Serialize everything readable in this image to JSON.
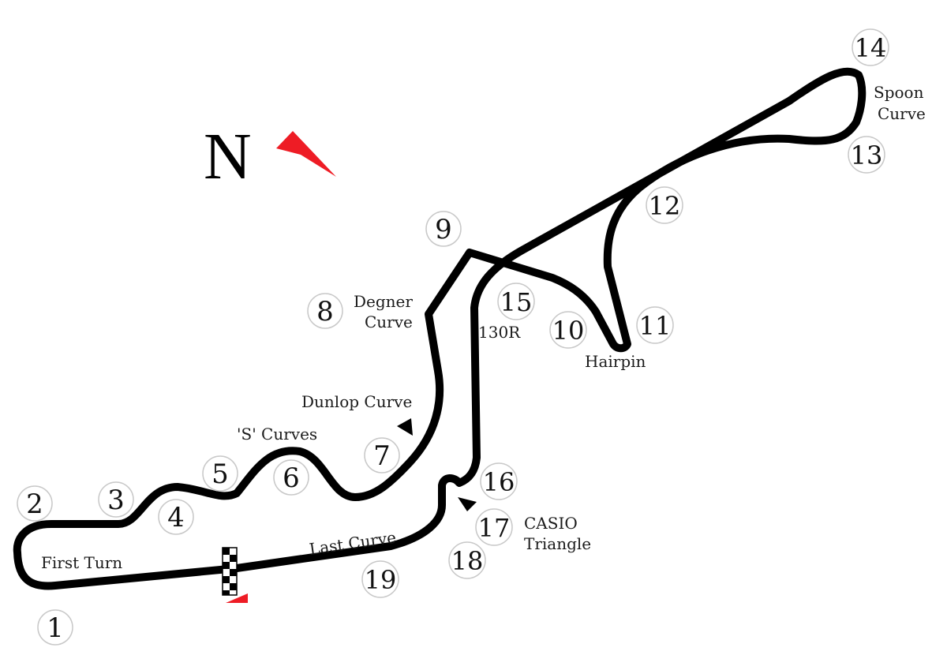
{
  "compass": {
    "letter": "N",
    "arrow_color": "#ee1c25",
    "icon": "north-arrow-icon"
  },
  "track": {
    "color": "#000000",
    "start_finish_flag_icon": "checkered-flag-icon",
    "start_direction_color": "#ee1c25"
  },
  "corners": [
    "1",
    "2",
    "3",
    "4",
    "5",
    "6",
    "7",
    "8",
    "9",
    "10",
    "11",
    "12",
    "13",
    "14",
    "15",
    "16",
    "17",
    "18",
    "19"
  ],
  "labels": {
    "first_turn": "First Turn",
    "s_curves": "'S' Curves",
    "dunlop_curve": "Dunlop Curve",
    "degner_line1": "Degner",
    "degner_line2": "Curve",
    "hairpin": "Hairpin",
    "spoon_line1": "Spoon",
    "spoon_line2": "Curve",
    "r130": "130R",
    "casio_line1": "CASIO",
    "casio_line2": "Triangle",
    "last_curve": "Last Curve"
  }
}
